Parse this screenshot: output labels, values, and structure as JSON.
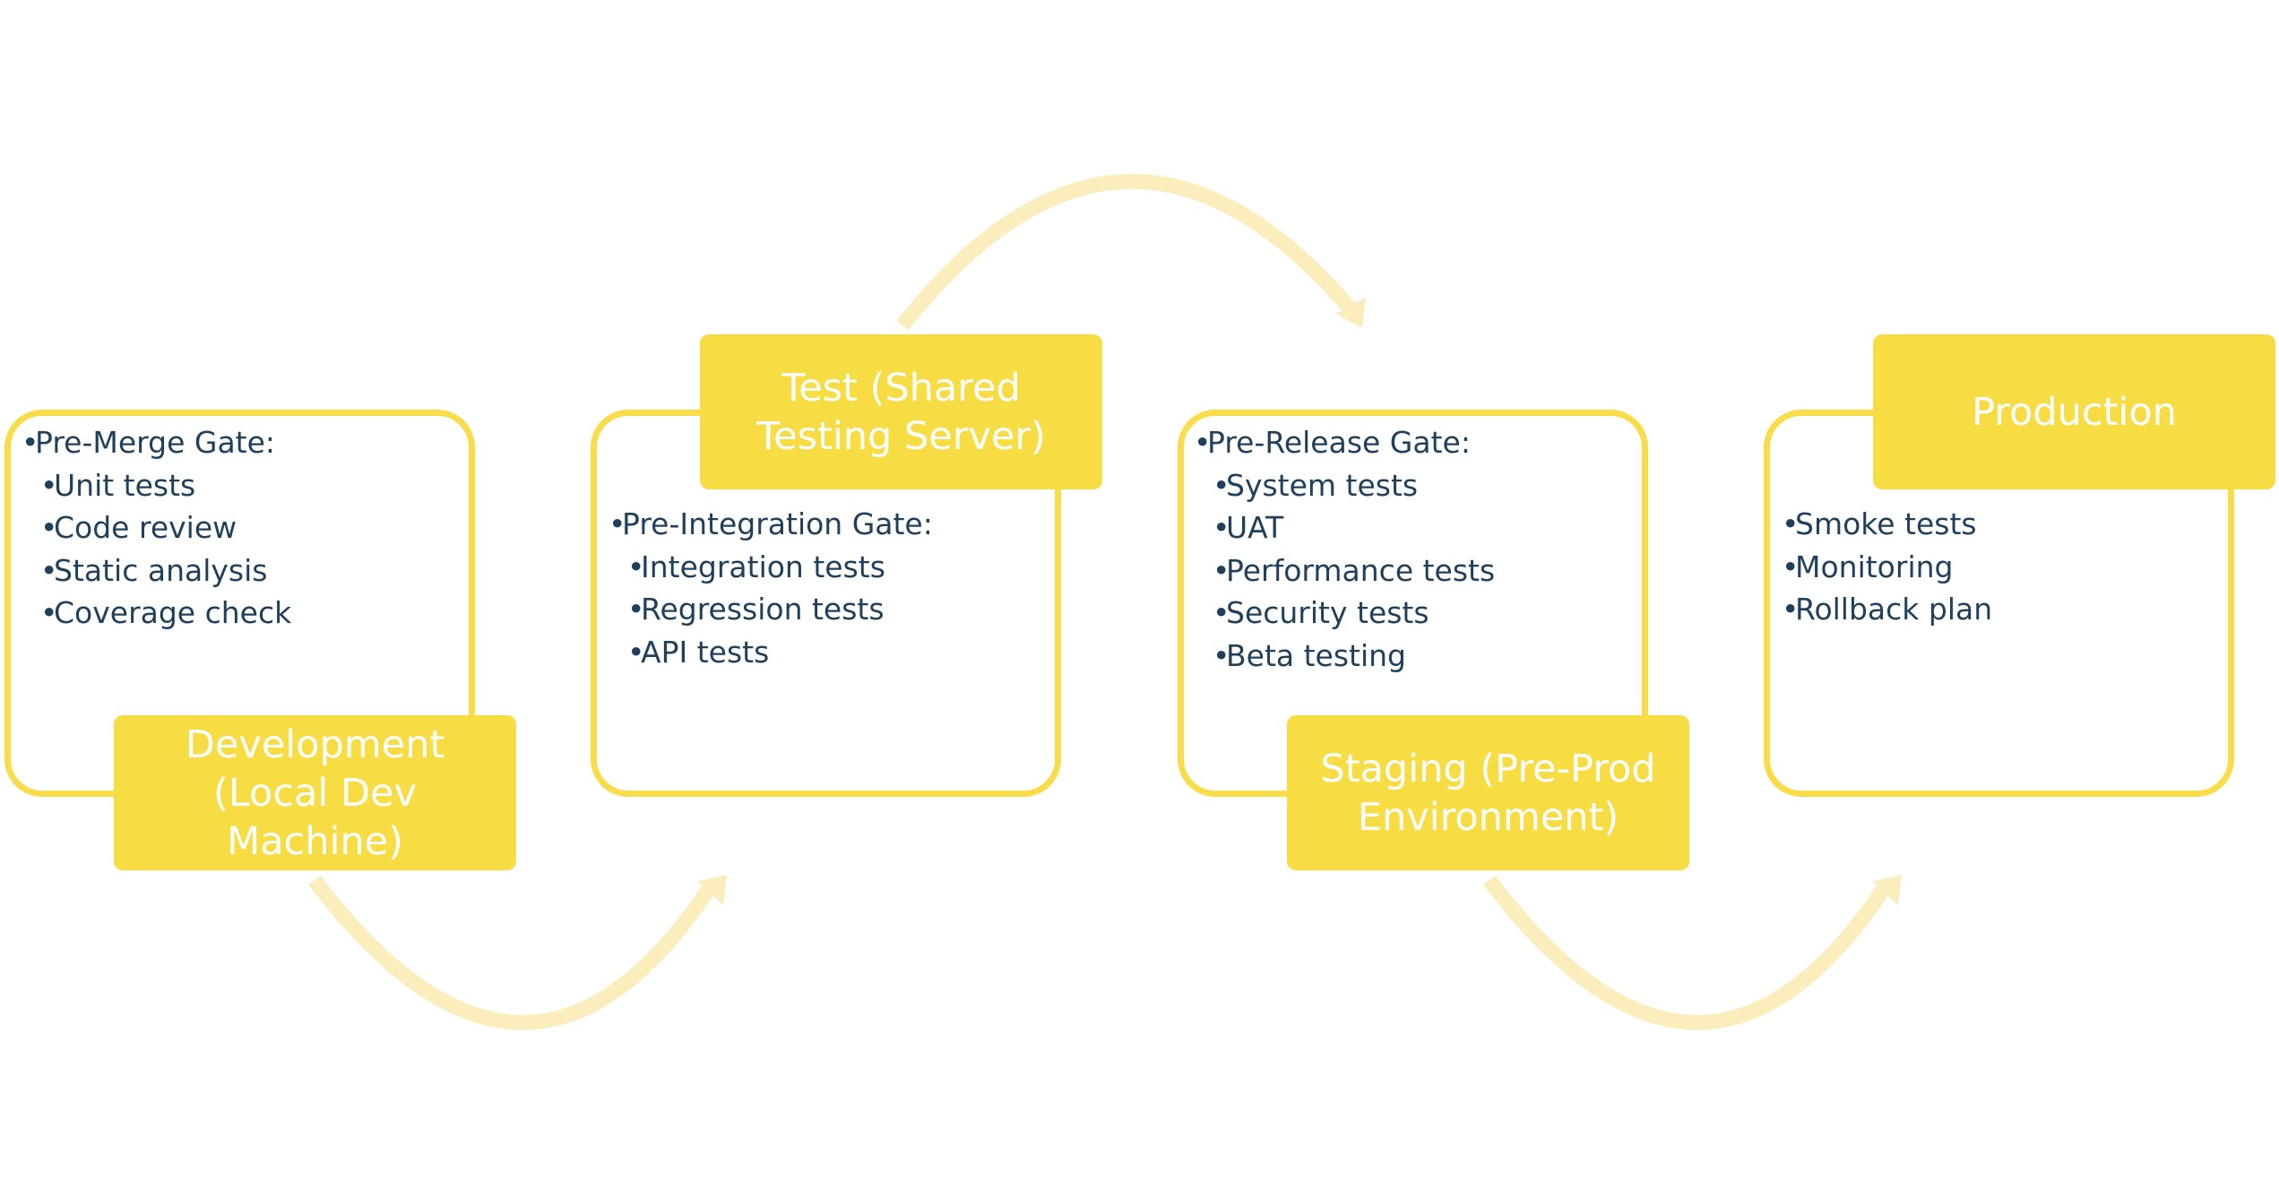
{
  "colors": {
    "title_fill": "#f8dc43",
    "frame_stroke": "#f8dc4a",
    "arrow": "#fbeebc",
    "text": "#1f3f5b",
    "title_text": "#ffffff",
    "background": "#ffffff"
  },
  "stages": [
    {
      "title": "Development (Local Dev Machine)",
      "gate": "Pre-Merge Gate:",
      "items": [
        "Unit tests",
        "Code review",
        "Static analysis",
        "Coverage check"
      ]
    },
    {
      "title": "Test (Shared Testing Server)",
      "gate": "Pre-Integration Gate:",
      "items": [
        "Integration tests",
        "Regression tests",
        "API tests"
      ]
    },
    {
      "title": "Staging (Pre-Prod Environment)",
      "gate": "Pre-Release Gate:",
      "items": [
        "System tests",
        "UAT",
        "Performance tests",
        "Security tests",
        "Beta testing"
      ]
    },
    {
      "title": "Production",
      "items": [
        "Smoke tests",
        "Monitoring",
        "Rollback plan"
      ]
    }
  ],
  "bullet_glyph": "•"
}
